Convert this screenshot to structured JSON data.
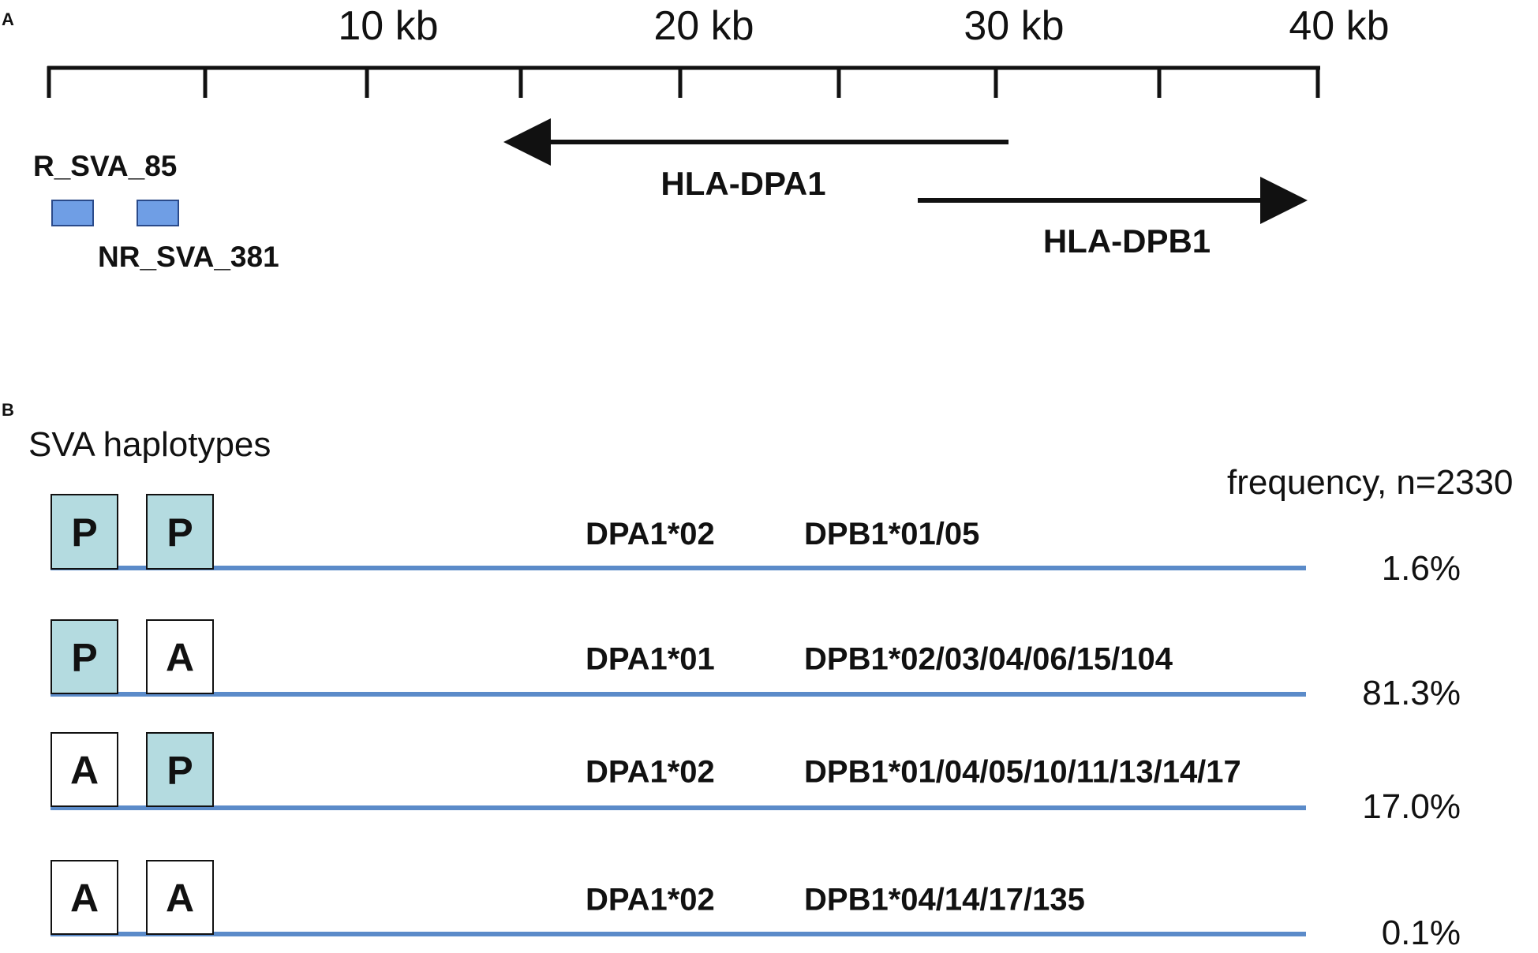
{
  "panel_a": {
    "label": "A",
    "scale_labels": [
      "10 kb",
      "20 kb",
      "30 kb",
      "40 kb"
    ],
    "elements": {
      "sva1_label": "R_SVA_85",
      "sva2_label": "NR_SVA_381",
      "gene1_label": "HLA-DPA1",
      "gene2_label": "HLA-DPB1"
    },
    "colors": {
      "sva_box": "#6f9ee5",
      "axis": "#111111"
    }
  },
  "panel_b": {
    "label": "B",
    "title": "SVA haplotypes",
    "frequency_header": "frequency, n=2330",
    "colors": {
      "present_fill": "#b4dbe0",
      "absent_fill": "#ffffff",
      "haplotype_line": "#5b8bc9"
    },
    "haplotypes": [
      {
        "sva1": "P",
        "sva2": "P",
        "dpa1": "DPA1*02",
        "dpb1": "DPB1*01/05",
        "frequency": "1.6%"
      },
      {
        "sva1": "P",
        "sva2": "A",
        "dpa1": "DPA1*01",
        "dpb1": "DPB1*02/03/04/06/15/104",
        "frequency": "81.3%"
      },
      {
        "sva1": "A",
        "sva2": "P",
        "dpa1": "DPA1*02",
        "dpb1": "DPB1*01/04/05/10/11/13/14/17",
        "frequency": "17.0%"
      },
      {
        "sva1": "A",
        "sva2": "A",
        "dpa1": "DPA1*02",
        "dpb1": "DPB1*04/14/17/135",
        "frequency": "0.1%"
      }
    ]
  }
}
